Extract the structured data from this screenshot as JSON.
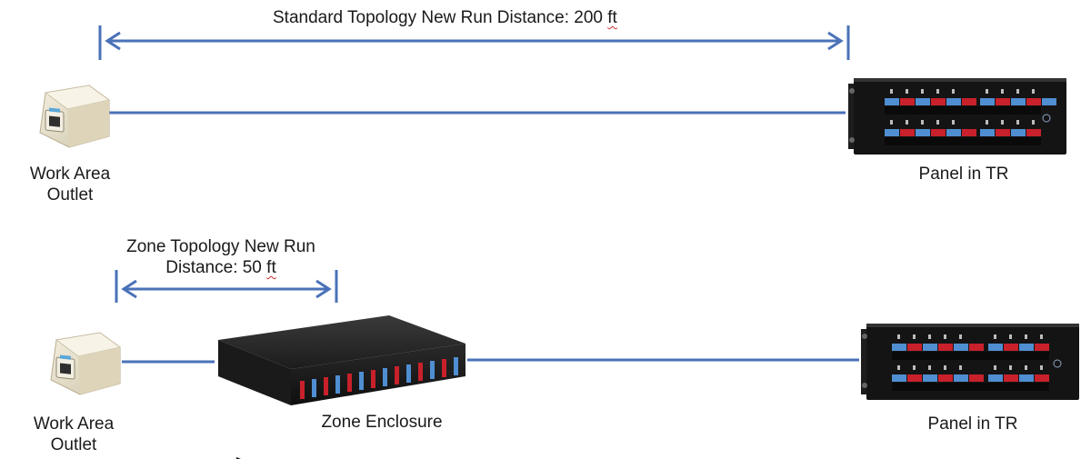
{
  "standard": {
    "distance_label": "Standard Topology New Run Distance: 200",
    "distance_unit": "ft",
    "outlet_label_line1": "Work Area",
    "outlet_label_line2": "Outlet",
    "panel_label": "Panel in TR"
  },
  "zone": {
    "distance_label_line1": "Zone Topology New Run",
    "distance_label_line2": "Distance: 50",
    "distance_unit": "ft",
    "outlet_label_line1": "Work Area",
    "outlet_label_line2": "Outlet",
    "enclosure_label": "Zone Enclosure",
    "panel_label": "Panel in TR"
  },
  "colors": {
    "cable": "#4a72b8",
    "panel_body": "#141414",
    "port_red": "#c8212b",
    "port_blue": "#4f8ed1",
    "outlet_body": "#e9e2cd"
  }
}
